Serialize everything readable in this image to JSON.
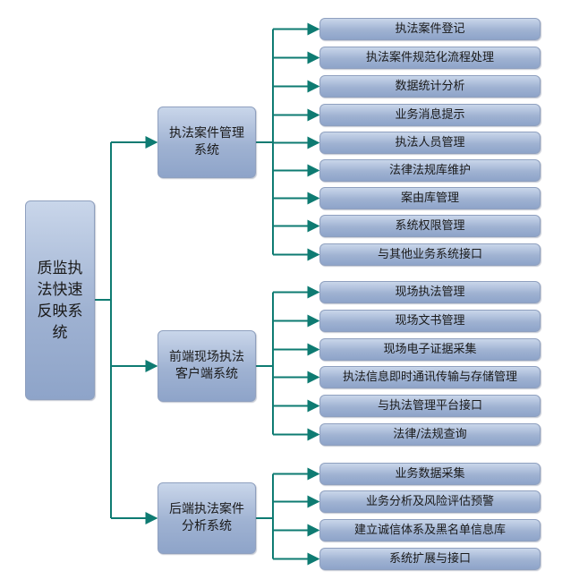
{
  "root": {
    "label": "质监执法快速反映系统"
  },
  "groups": [
    {
      "label": "执法案件管理系统",
      "items": [
        "执法案件登记",
        "执法案件规范化流程处理",
        "数据统计分析",
        "业务消息提示",
        "执法人员管理",
        "法律法规库维护",
        "案由库管理",
        "系统权限管理",
        "与其他业务系统接口"
      ]
    },
    {
      "label": "前端现场执法客户端系统",
      "items": [
        "现场执法管理",
        "现场文书管理",
        "现场电子证据采集",
        "执法信息即时通讯传输与存储管理",
        "与执法管理平台接口",
        "法律/法规查询"
      ]
    },
    {
      "label": "后端执法案件分析系统",
      "items": [
        "业务数据采集",
        "业务分析及风险评估预警",
        "建立诚信体系及黑名单信息库",
        "系统扩展与接口"
      ]
    }
  ],
  "colors": {
    "connector": "#0e7b72",
    "box_top": "#c9d6ea",
    "box_bottom": "#8ea4c9"
  }
}
